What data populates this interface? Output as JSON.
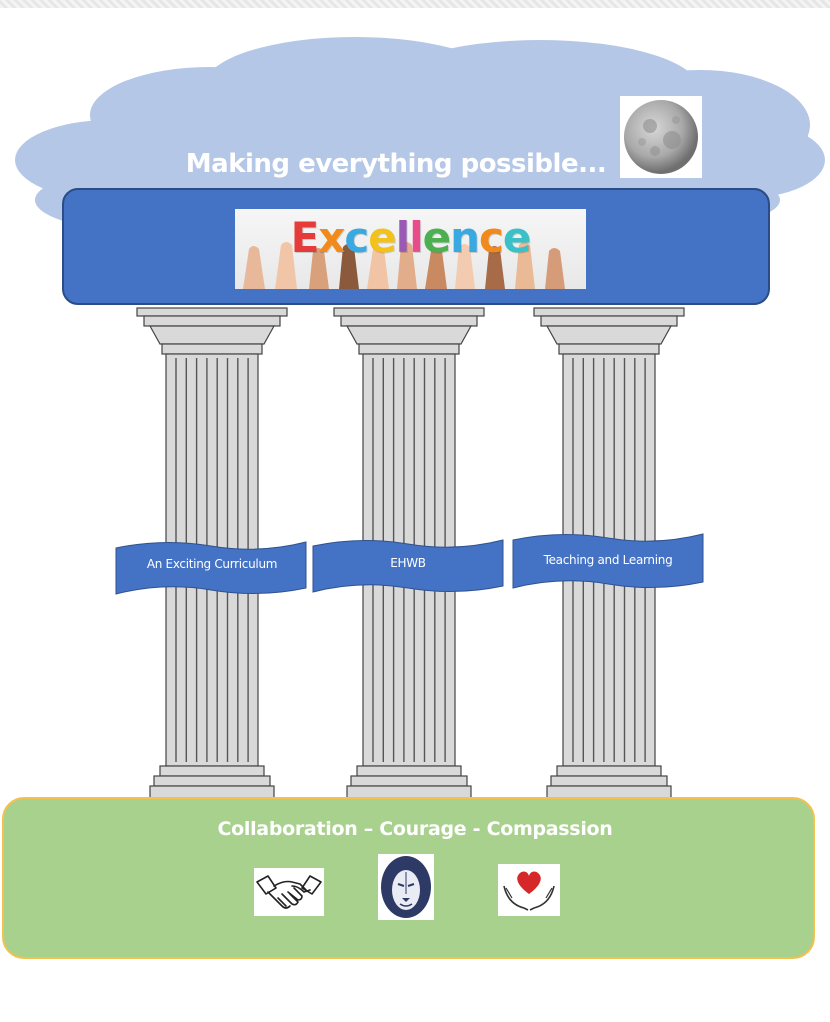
{
  "header": {
    "tagline": "Making everything possible...",
    "moon_icon": "moon-icon"
  },
  "banner": {
    "word": "Excellence",
    "letters": [
      {
        "ch": "E",
        "color": "#e63b3b"
      },
      {
        "ch": "x",
        "color": "#f08a1c"
      },
      {
        "ch": "c",
        "color": "#3aa9e0"
      },
      {
        "ch": "e",
        "color": "#f2c21b"
      },
      {
        "ch": "l",
        "color": "#9b59b6"
      },
      {
        "ch": "l",
        "color": "#e84c8a"
      },
      {
        "ch": "e",
        "color": "#4caf50"
      },
      {
        "ch": "n",
        "color": "#3aa9e0"
      },
      {
        "ch": "c",
        "color": "#f08a1c"
      },
      {
        "ch": "e",
        "color": "#3ac0c7"
      }
    ]
  },
  "pillars": [
    {
      "label": "An Exciting Curriculum"
    },
    {
      "label": "EHWB"
    },
    {
      "label": "Teaching and Learning"
    }
  ],
  "foundation": {
    "values": "Collaboration – Courage - Compassion",
    "icons": [
      "handshake-icon",
      "lion-icon",
      "heart-in-hands-icon"
    ]
  },
  "colors": {
    "cloud": "#b4c7e7",
    "banner": "#4472c4",
    "ribbon": "#4472c4",
    "base": "#a9d18e",
    "base_border": "#f2c14e",
    "column": "#d9d9d9"
  }
}
